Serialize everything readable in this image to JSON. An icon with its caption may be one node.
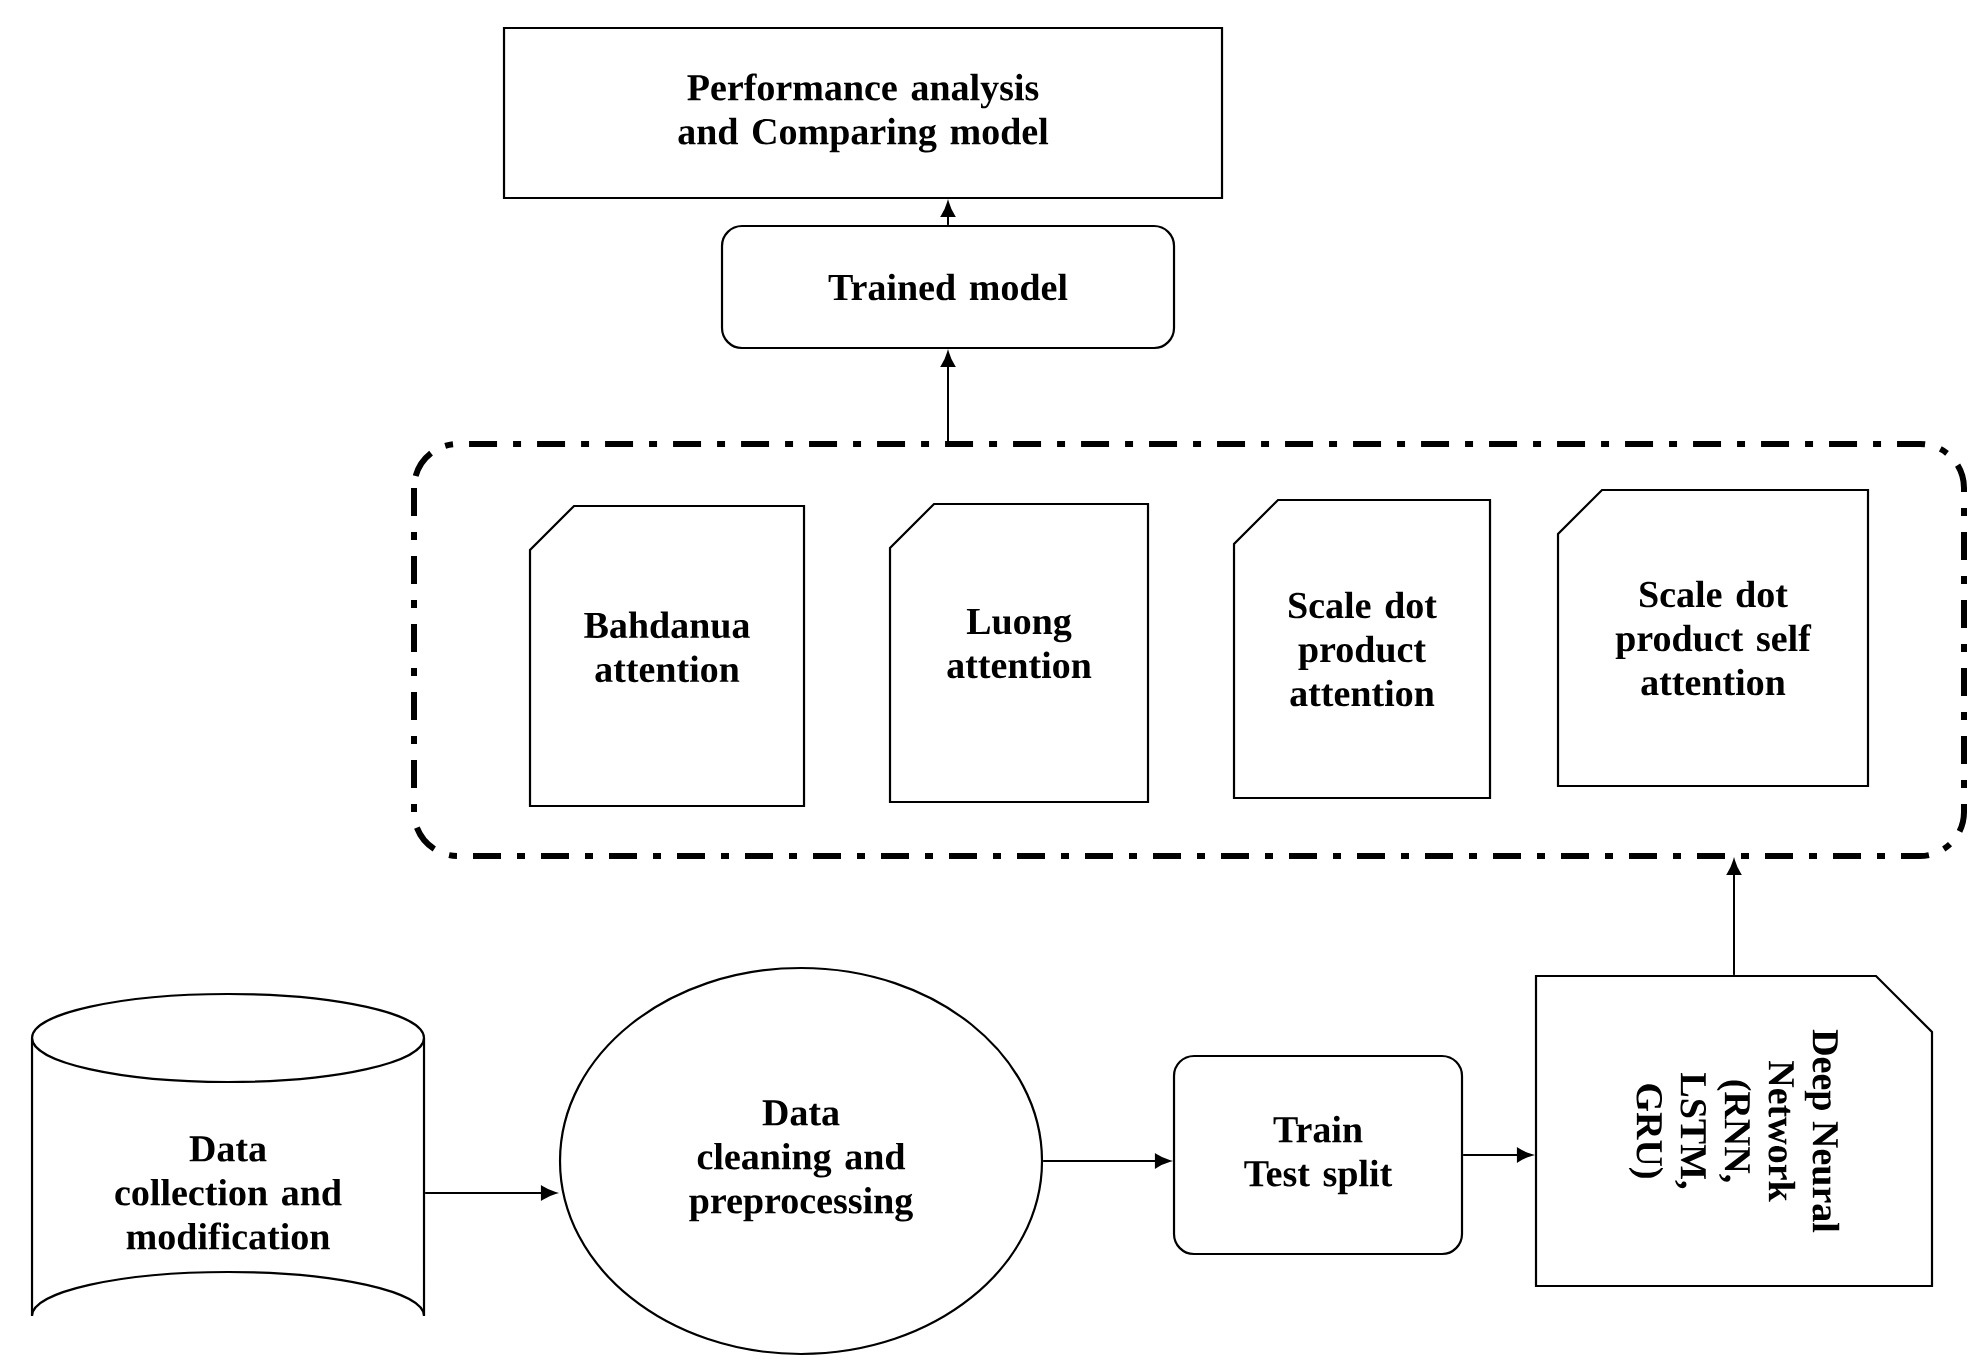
{
  "diagram": {
    "nodes": [
      {
        "text": [
          "Performance analysis and Comparing model"
        ]
      },
      {
        "text": [
          "Trained model"
        ]
      },
      {
        "text": [],
        "shape": "box"
      },
      {
        "text": [
          "Bahdanua attention"
        ],
        "in": 2
      },
      {
        "text": [
          "Luong attention"
        ],
        "in": 2
      },
      {
        "text": [
          "Scale dot product attention"
        ],
        "in": 2
      },
      {
        "text": [
          "Scale dot product self attention"
        ],
        "in": 2
      },
      {
        "text": [
          "Data collection and modification"
        ]
      },
      {
        "text": [
          "Data cleaning and preprocessing"
        ]
      },
      {
        "text": [
          "Train Test split"
        ]
      },
      {
        "text": [
          "Deep Neural Network (RNN, LSTM, GRU)"
        ]
      }
    ],
    "edges": [
      {
        "from": 1,
        "to": 0,
        "arrow": "to"
      },
      {
        "from": 2,
        "to": 1,
        "arrow": "to"
      },
      {
        "from": 10,
        "to": 2,
        "arrow": "to"
      },
      {
        "from": 7,
        "to": 8,
        "arrow": "to"
      },
      {
        "from": 8,
        "to": 9,
        "arrow": "to"
      },
      {
        "from": 9,
        "to": 10,
        "arrow": "to"
      }
    ]
  }
}
